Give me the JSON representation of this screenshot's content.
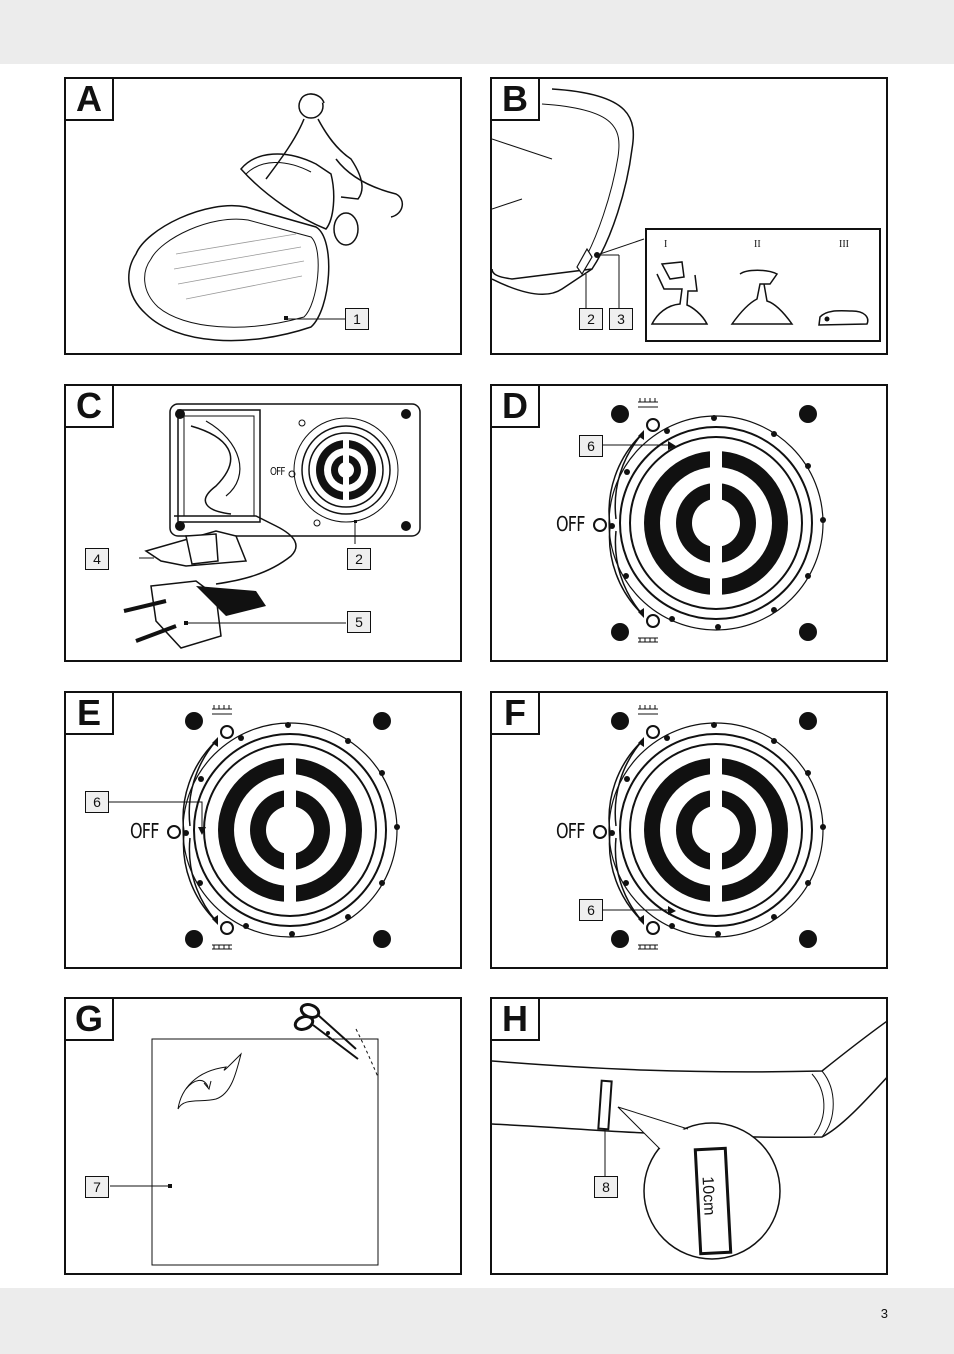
{
  "page": {
    "number": "3"
  },
  "panels": {
    "A": {
      "letter": "A",
      "callouts": [
        "1"
      ]
    },
    "B": {
      "letter": "B",
      "callouts": [
        "2",
        "3"
      ],
      "modes": [
        "I",
        "II",
        "III"
      ]
    },
    "C": {
      "letter": "C",
      "callouts": [
        "4",
        "2",
        "5"
      ],
      "off_label": "OFF"
    },
    "D": {
      "letter": "D",
      "callouts": [
        "6"
      ],
      "off_label": "OFF"
    },
    "E": {
      "letter": "E",
      "callouts": [
        "6"
      ],
      "off_label": "OFF"
    },
    "F": {
      "letter": "F",
      "callouts": [
        "6"
      ],
      "off_label": "OFF"
    },
    "G": {
      "letter": "G",
      "callouts": [
        "7"
      ]
    },
    "H": {
      "letter": "H",
      "callouts": [
        "8"
      ],
      "patch_label": "10cm"
    }
  },
  "icons": [
    "person-inflating-mattress-icon",
    "air-mattress-icon",
    "valve-adapter-icon",
    "pump-dial-icon",
    "scissors-icon",
    "repair-patch-icon",
    "inflate-symbol-icon",
    "deflate-symbol-icon"
  ]
}
